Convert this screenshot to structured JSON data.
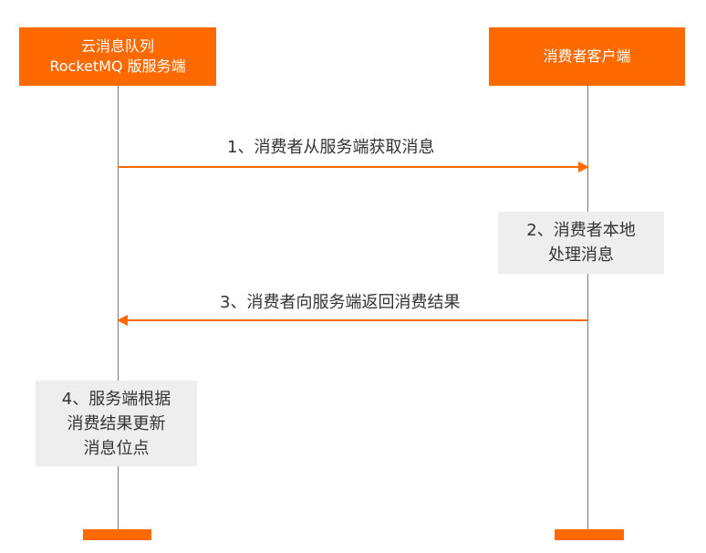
{
  "actors": {
    "server": {
      "line1": "云消息队列",
      "line2": "RocketMQ 版服务端"
    },
    "client": {
      "label": "消费者客户端"
    }
  },
  "messages": {
    "m1": "1、消费者从服务端获取消息",
    "m3": "3、消费者向服务端返回消费结果"
  },
  "notes": {
    "client": {
      "line1": "2、消费者本地",
      "line2": "处理消息"
    },
    "server": {
      "line1": "4、服务端根据",
      "line2": "消费结果更新",
      "line3": "消息位点"
    }
  },
  "colors": {
    "accent": "#ff6a00",
    "lifeline": "#7a7a7a",
    "note_bg": "#eeeeee",
    "text": "#333333"
  }
}
